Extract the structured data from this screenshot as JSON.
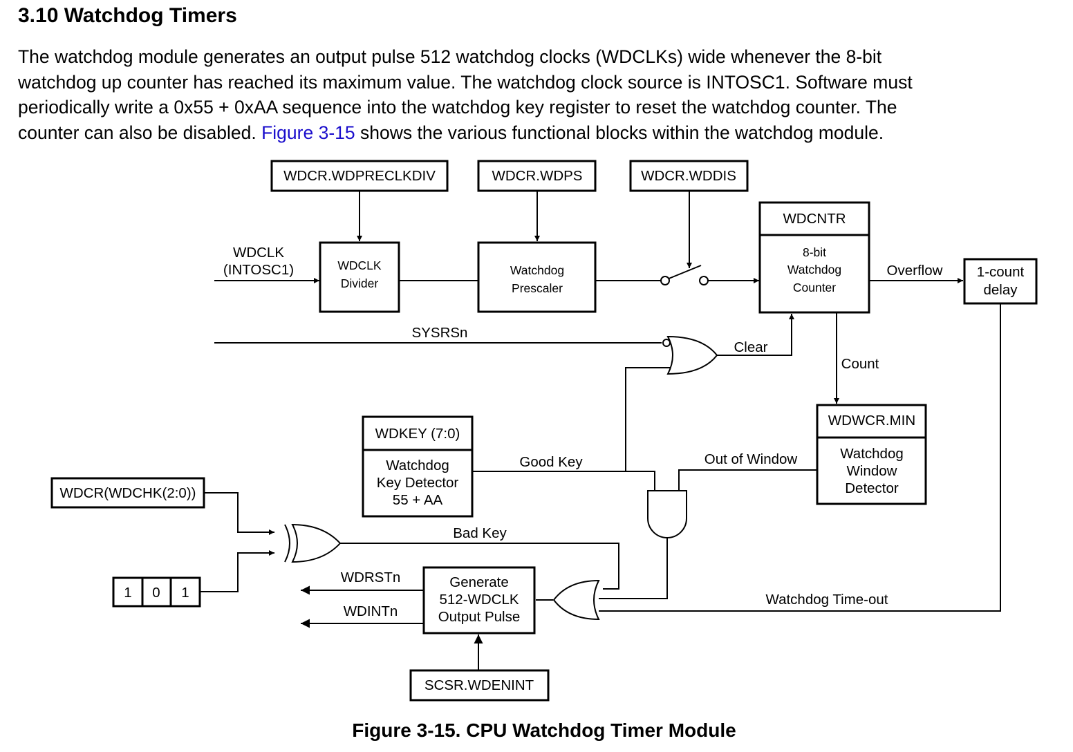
{
  "section": {
    "heading": "3.10 Watchdog Timers",
    "paragraph_lines": [
      "The watchdog module generates an output pulse 512 watchdog clocks (WDCLKs) wide whenever the 8-bit",
      "watchdog up counter has reached its maximum value. The watchdog clock source is INTOSC1. Software must",
      "periodically write a 0x55 + 0xAA sequence into the watchdog key register to reset the watchdog counter. The"
    ],
    "last_line_before": "counter can also be disabled. ",
    "figure_link": "Figure 3-15",
    "last_line_after": " shows the various functional blocks within the watchdog module.",
    "link_color": "#1a0dcc"
  },
  "diagram": {
    "reg_preclkdiv": "WDCR.WDPRECLKDIV",
    "reg_wdps": "WDCR.WDPS",
    "reg_wddis": "WDCR.WDDIS",
    "wdclk_input": [
      "WDCLK",
      "(INTOSC1)"
    ],
    "divider": [
      "WDCLK",
      "Divider"
    ],
    "prescaler": [
      "Watchdog",
      "Prescaler"
    ],
    "wdcntr_title": "WDCNTR",
    "counter": [
      "8-bit",
      "Watchdog",
      "Counter"
    ],
    "overflow": "Overflow",
    "delay": [
      "1-count",
      "delay"
    ],
    "sysrsn": "SYSRSn",
    "clear": "Clear",
    "count": "Count",
    "wdkey_title": "WDKEY (7:0)",
    "key_detector": [
      "Watchdog",
      "Key Detector",
      "55 + AA"
    ],
    "good_key": "Good Key",
    "out_of_window": "Out of Window",
    "wdwcr_title": "WDWCR.MIN",
    "window_detector": [
      "Watchdog",
      "Window",
      "Detector"
    ],
    "wdchk": "WDCR(WDCHK(2:0))",
    "bits": [
      "1",
      "0",
      "1"
    ],
    "bad_key": "Bad Key",
    "wdrstn": "WDRSTn",
    "wdintn": "WDINTn",
    "pulse_gen": [
      "Generate",
      "512-WDCLK",
      "Output Pulse"
    ],
    "timeout": "Watchdog Time-out",
    "scsr": "SCSR.WDENINT",
    "caption": "Figure 3-15. CPU Watchdog Timer Module"
  }
}
